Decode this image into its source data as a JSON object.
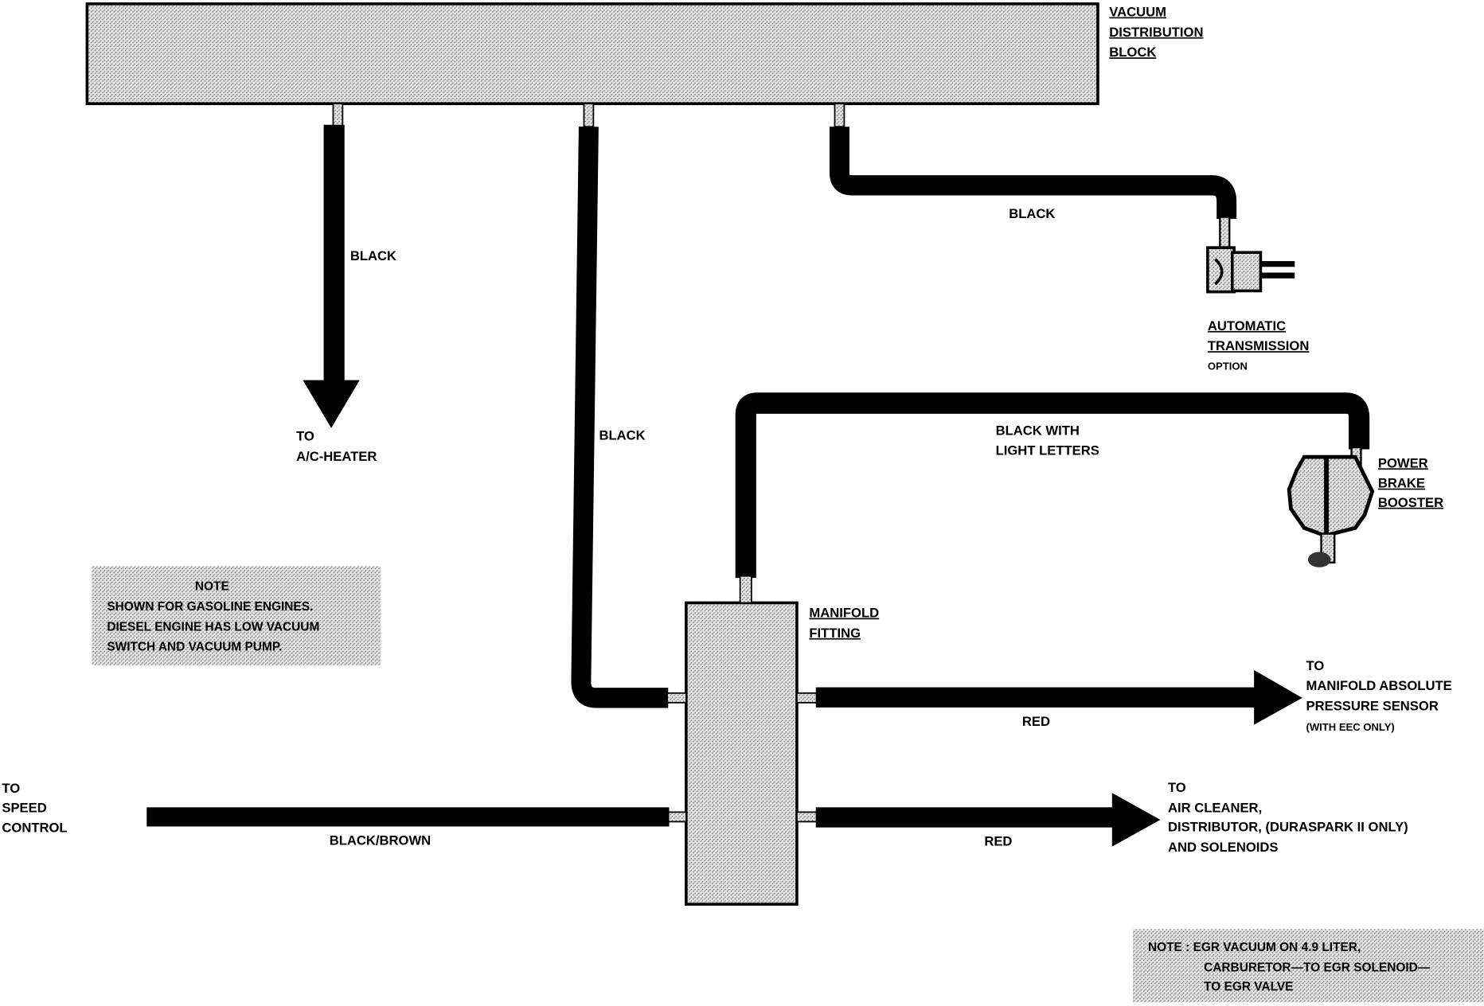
{
  "block_label": [
    "VACUUM",
    "DISTRIBUTION",
    "BLOCK"
  ],
  "hoses": {
    "ac": "BLACK",
    "manifold_black": "BLACK",
    "transmission": "BLACK",
    "brake": [
      "BLACK WITH",
      "LIGHT LETTERS"
    ],
    "map_red": "RED",
    "air_red": "RED",
    "speed": "BLACK/BROWN"
  },
  "destinations": {
    "ac": [
      "TO",
      "A/C-HEATER"
    ],
    "transmission": [
      "AUTOMATIC",
      "TRANSMISSION",
      "OPTION"
    ],
    "brake": [
      "POWER",
      "BRAKE",
      "BOOSTER"
    ],
    "manifold": [
      "MANIFOLD",
      "FITTING"
    ],
    "map": [
      "TO",
      "MANIFOLD ABSOLUTE",
      "PRESSURE SENSOR",
      "(WITH EEC ONLY)"
    ],
    "air": [
      "TO",
      "AIR CLEANER,",
      "DISTRIBUTOR, (DURASPARK II ONLY)",
      "AND SOLENOIDS"
    ],
    "speed": [
      "TO",
      "SPEED",
      "CONTROL"
    ]
  },
  "notes": {
    "gasoline": [
      "NOTE",
      "SHOWN FOR GASOLINE ENGINES.",
      "DIESEL ENGINE HAS LOW VACUUM",
      "SWITCH AND VACUUM PUMP."
    ],
    "egr": [
      "NOTE : EGR VACUUM ON 4.9 LITER,",
      "CARBURETOR—TO EGR SOLENOID—",
      "TO EGR VALVE"
    ]
  }
}
